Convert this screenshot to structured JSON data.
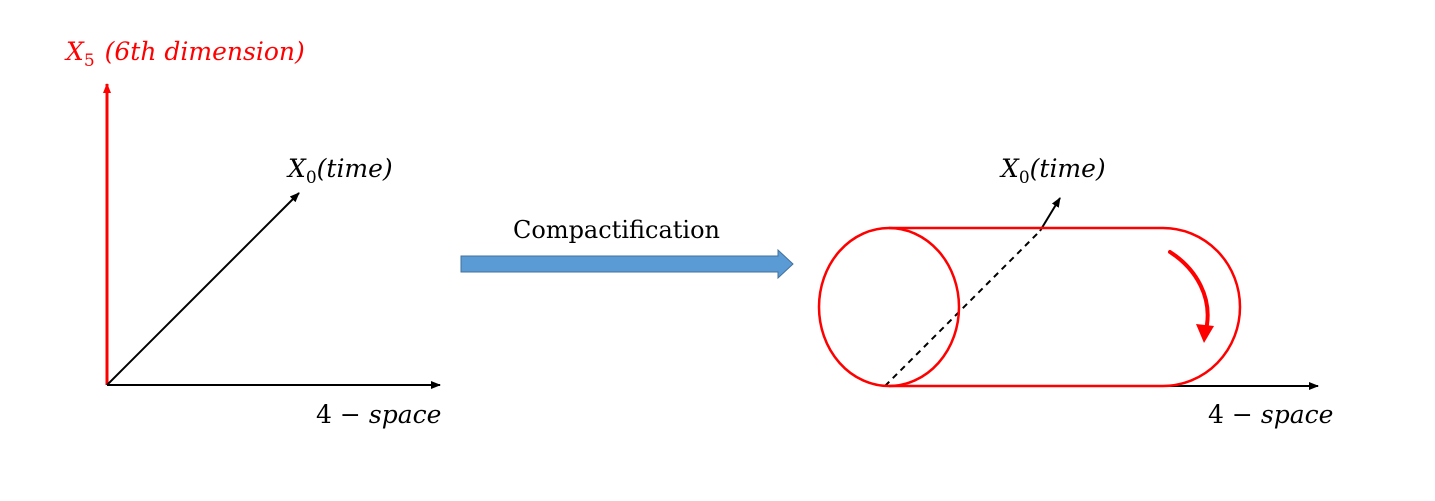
{
  "colors": {
    "red": "#ff0000",
    "black": "#000000",
    "arrow_fill": "#5b9bd5",
    "arrow_stroke": "#41719c"
  },
  "left_diagram": {
    "x5_label": {
      "symbol": "X",
      "subscript": "5",
      "text": "(6th dimension)"
    },
    "x0_label": {
      "symbol": "X",
      "subscript": "0",
      "text": "(time)"
    },
    "space_label": {
      "number": "4",
      "minus": "−",
      "text": "space"
    }
  },
  "transition": {
    "label": "Compactification"
  },
  "right_diagram": {
    "x0_label": {
      "symbol": "X",
      "subscript": "0",
      "text": "(time)"
    },
    "space_label": {
      "number": "4",
      "minus": "−",
      "text": "space"
    }
  }
}
